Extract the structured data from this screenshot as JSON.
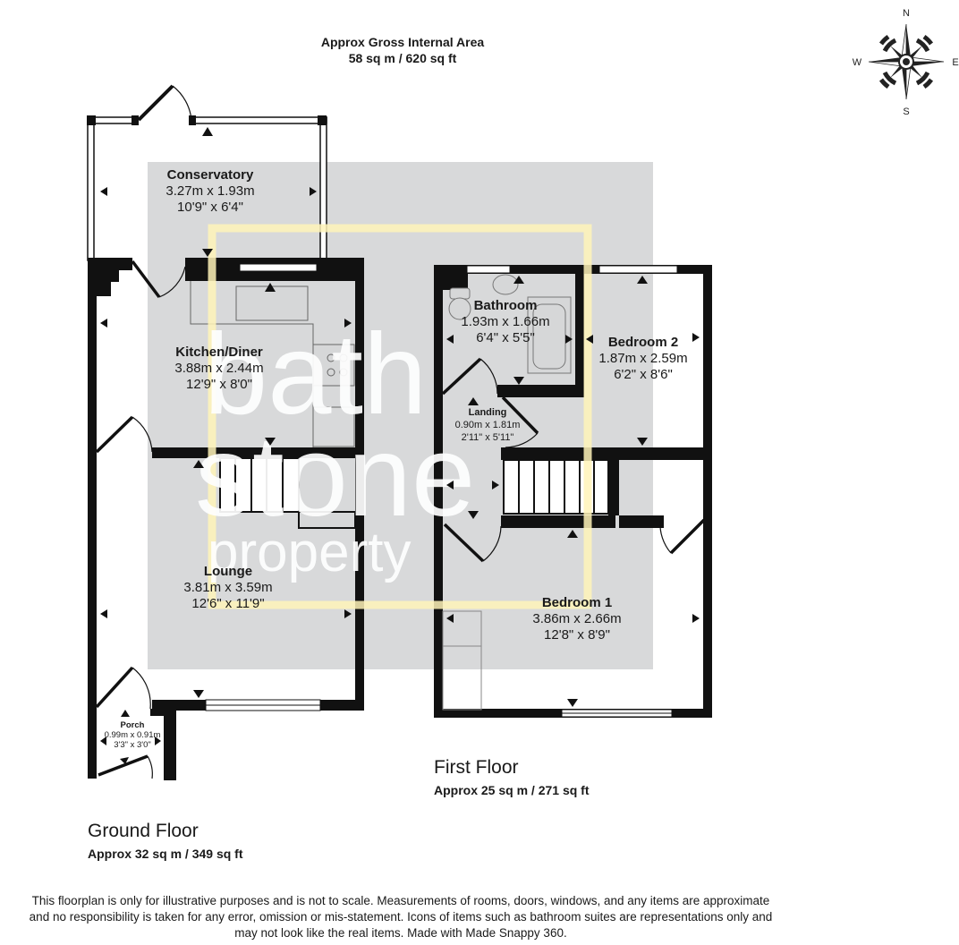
{
  "header": {
    "title": "Approx Gross Internal Area",
    "area": "58 sq m / 620 sq ft"
  },
  "compass": {
    "north": "N",
    "south": "S",
    "east": "E",
    "west": "W",
    "icon": "compass-rose-icon"
  },
  "watermark": {
    "line1": "bath",
    "line2": "stone",
    "line3": "property"
  },
  "colors": {
    "wall": "#111111",
    "overlay": "#d6d7d8",
    "watermark_frame": "#fff6c8",
    "watermark_text": "#ffffff"
  },
  "ground_floor": {
    "title": "Ground Floor",
    "area": "Approx 32 sq m / 349 sq ft",
    "rooms": [
      {
        "name": "Conservatory",
        "metric": "3.27m x 1.93m",
        "imperial": "10'9\" x 6'4\""
      },
      {
        "name": "Kitchen/Diner",
        "metric": "3.88m x 2.44m",
        "imperial": "12'9\" x 8'0\""
      },
      {
        "name": "Lounge",
        "metric": "3.81m x 3.59m",
        "imperial": "12'6\" x 11'9\""
      },
      {
        "name": "Porch",
        "metric": "0.99m x 0.91m",
        "imperial": "3'3\" x 3'0\""
      }
    ]
  },
  "first_floor": {
    "title": "First Floor",
    "area": "Approx 25 sq m / 271 sq ft",
    "rooms": [
      {
        "name": "Bathroom",
        "metric": "1.93m x 1.66m",
        "imperial": "6'4\" x 5'5\""
      },
      {
        "name": "Bedroom 2",
        "metric": "1.87m x 2.59m",
        "imperial": "6'2\" x 8'6\""
      },
      {
        "name": "Landing",
        "metric": "0.90m x 1.81m",
        "imperial": "2'11\" x 5'11\""
      },
      {
        "name": "Bedroom 1",
        "metric": "3.86m x 2.66m",
        "imperial": "12'8\" x 8'9\""
      }
    ]
  },
  "disclaimer": {
    "line1": "This floorplan is only for illustrative purposes and is not to scale. Measurements of rooms, doors, windows, and any items are approximate",
    "line2": "and no responsibility is taken for any error, omission or mis-statement. Icons of items such as bathroom suites are representations only and",
    "line3": "may not look like the real items. Made with Made Snappy 360."
  }
}
